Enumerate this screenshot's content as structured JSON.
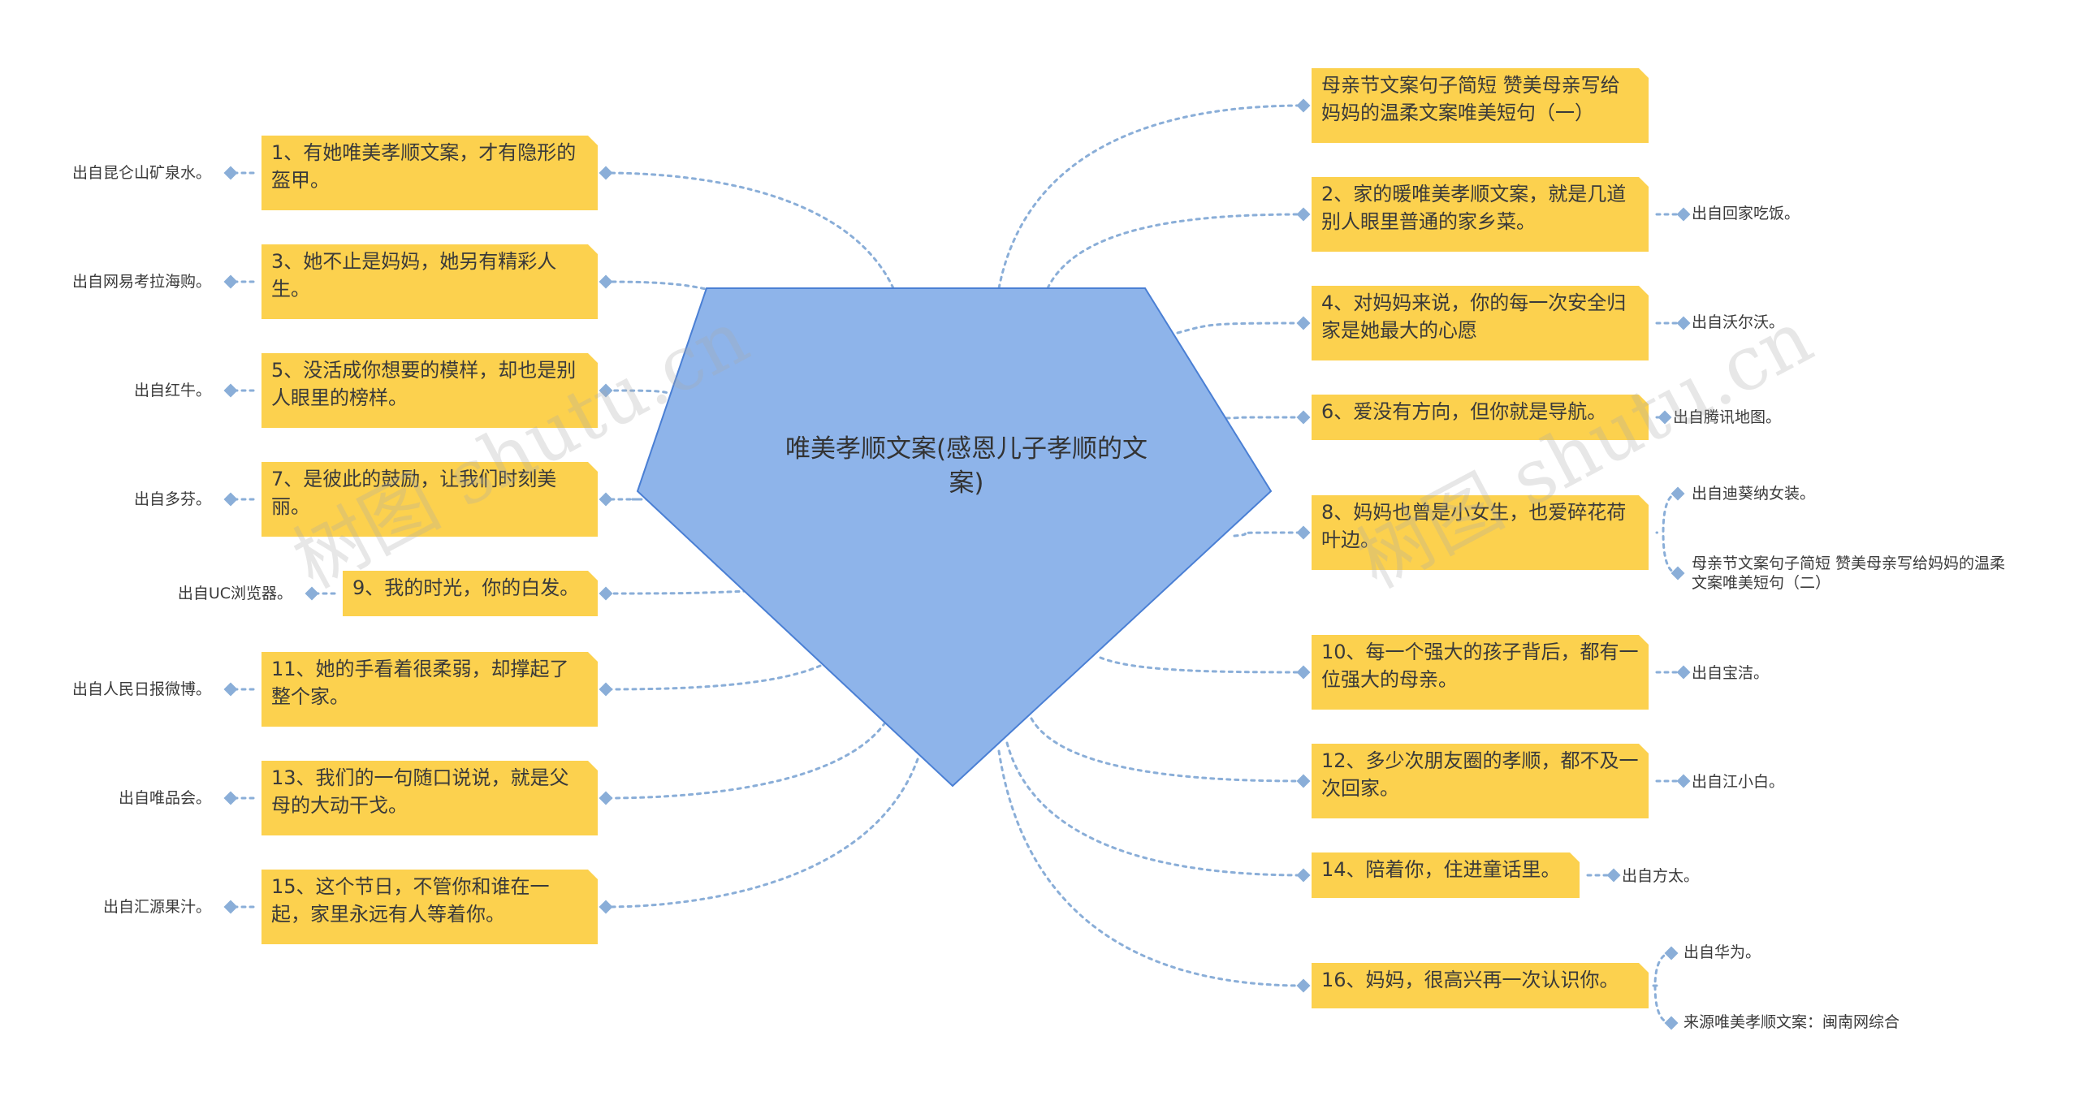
{
  "center": {
    "title": "唯美孝顺文案(感恩儿子孝顺的文案)"
  },
  "left_nodes": [
    {
      "text": "1、有她唯美孝顺文案，才有隐形的盔甲。",
      "source": "出自昆仑山矿泉水。"
    },
    {
      "text": "3、她不止是妈妈，她另有精彩人生。",
      "source": "出自网易考拉海购。"
    },
    {
      "text": "5、没活成你想要的模样，却也是别人眼里的榜样。",
      "source": "出自红牛。"
    },
    {
      "text": "7、是彼此的鼓励，让我们时刻美丽。",
      "source": "出自多芬。"
    },
    {
      "text": "9、我的时光，你的白发。",
      "source": "出自UC浏览器。"
    },
    {
      "text": "11、她的手看着很柔弱，却撑起了整个家。",
      "source": "出自人民日报微博。"
    },
    {
      "text": "13、我们的一句随口说说，就是父母的大动干戈。",
      "source": "出自唯品会。"
    },
    {
      "text": "15、这个节日，不管你和谁在一起，家里永远有人等着你。",
      "source": "出自汇源果汁。"
    }
  ],
  "right_nodes": [
    {
      "text": "母亲节文案句子简短 赞美母亲写给妈妈的温柔文案唯美短句（一）",
      "sources": []
    },
    {
      "text": "2、家的暖唯美孝顺文案，就是几道别人眼里普通的家乡菜。",
      "sources": [
        "出自回家吃饭。"
      ]
    },
    {
      "text": "4、对妈妈来说，你的每一次安全归家是她最大的心愿",
      "sources": [
        "出自沃尔沃。"
      ]
    },
    {
      "text": "6、爱没有方向，但你就是导航。",
      "sources": [
        "出自腾讯地图。"
      ]
    },
    {
      "text": "8、妈妈也曾是小女生，也爱碎花荷叶边。",
      "sources": [
        "出自迪葵纳女装。",
        "母亲节文案句子简短 赞美母亲写给妈妈的温柔文案唯美短句（二）"
      ]
    },
    {
      "text": "10、每一个强大的孩子背后，都有一位强大的母亲。",
      "sources": [
        "出自宝洁。"
      ]
    },
    {
      "text": "12、多少次朋友圈的孝顺，都不及一次回家。",
      "sources": [
        "出自江小白。"
      ]
    },
    {
      "text": "14、陪着你，住进童话里。",
      "sources": [
        "出自方太。"
      ]
    },
    {
      "text": "16、妈妈，很高兴再一次认识你。",
      "sources": [
        "出自华为。",
        "来源唯美孝顺文案：闽南网综合"
      ]
    }
  ],
  "watermark": "树图 shutu.cn",
  "colors": {
    "center_fill": "#8eb4ea",
    "center_stroke": "#4a7fd4",
    "node_fill": "#fcd14e",
    "connector": "#8aaed8"
  }
}
